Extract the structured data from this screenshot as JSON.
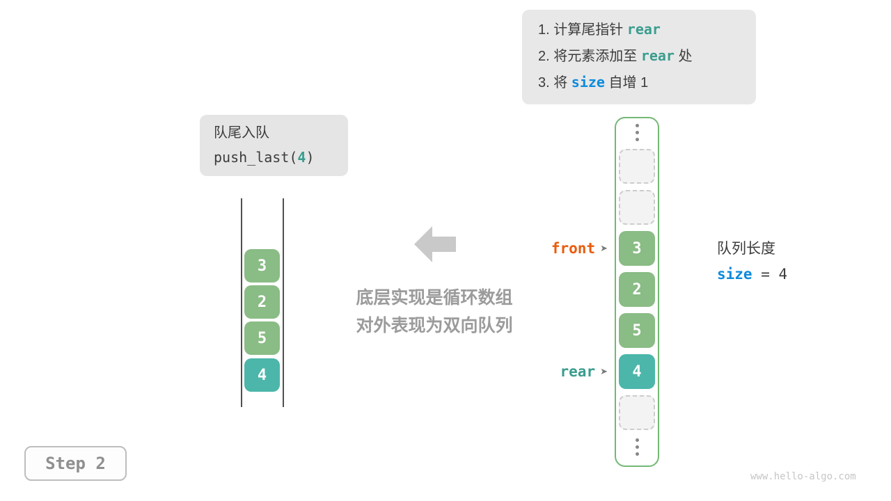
{
  "colors": {
    "keyword_teal": "#3a9d8e",
    "keyword_blue": "#0d8bdc",
    "keyword_orange": "#ea5b0c",
    "cell_green": "#8abc85",
    "cell_teal": "#4cb6aa",
    "container_border": "#74b874",
    "note_gray": "#9b9b9b",
    "box_gray": "#e8e8e8"
  },
  "instructions": {
    "line1": {
      "pre": "1. 计算尾指针 ",
      "keyword": "rear",
      "post": ""
    },
    "line2": {
      "pre": "2. 将元素添加至 ",
      "keyword": "rear",
      "post": " 处"
    },
    "line3": {
      "pre": "3. 将 ",
      "keyword": "size",
      "post": " 自增 1"
    }
  },
  "operation": {
    "title": "队尾入队",
    "code_pre": "push_last(",
    "code_arg": "4",
    "code_post": ")"
  },
  "left_array": {
    "cells": [
      {
        "value": "3",
        "highlight": false
      },
      {
        "value": "2",
        "highlight": false
      },
      {
        "value": "5",
        "highlight": false
      },
      {
        "value": "4",
        "highlight": true
      }
    ]
  },
  "center_note": {
    "line1": "底层实现是循环数组",
    "line2": "对外表现为双向队列"
  },
  "right_array": {
    "cells": [
      {
        "value": "3",
        "highlight": false
      },
      {
        "value": "2",
        "highlight": false
      },
      {
        "value": "5",
        "highlight": false
      },
      {
        "value": "4",
        "highlight": true
      }
    ],
    "empty_slots": 3,
    "ellipsis": "⋮"
  },
  "pointers": {
    "front_label": "front",
    "rear_label": "rear",
    "arrow_glyph": "➤"
  },
  "queue_info": {
    "title": "队列长度",
    "variable": "size",
    "rest": " = 4"
  },
  "step_badge": {
    "label": "Step 2"
  },
  "watermark": {
    "text": "www.hello-algo.com"
  }
}
